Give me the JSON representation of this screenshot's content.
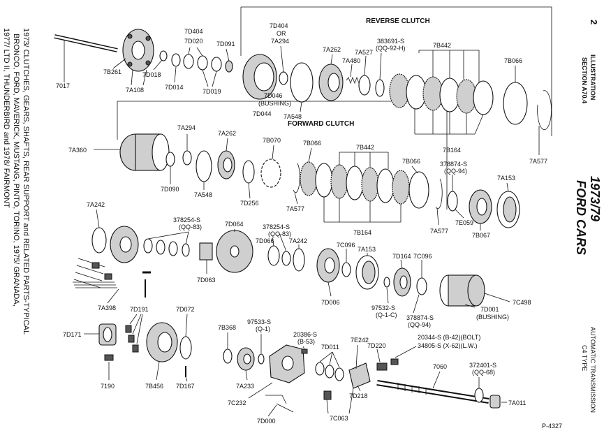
{
  "page_number": "2",
  "section": {
    "line1": "ILLUSTRATION",
    "line2": "SECTION A70.4"
  },
  "brand": {
    "years": "1973/79",
    "name": "FORD CARS"
  },
  "transmission": {
    "line1": "AUTOMATIC TRANSMISSION",
    "line2": "C4 TYPE"
  },
  "left_title": {
    "line1": "1973/  CLUTCHES, GEARS, SHAFTS, REAR SUPPORT and RELATED PARTS-TYPICAL",
    "line2": "BRONCO, FORD, MAVERICK, MUSTANG, PINTO, TORINO, 1975/  GRANADA,",
    "line3": "1977/  LTD II, THUNDERBIRD and 1978/ FAIRMONT"
  },
  "figure_id": "P-4327",
  "headings": {
    "reverse_clutch": "REVERSE CLUTCH",
    "forward_clutch": "FORWARD CLUTCH"
  },
  "callouts": {
    "r1": {
      "c7017": "7017",
      "c7b261": "7B261",
      "c7a108": "7A108",
      "c7d018": "7D018",
      "c7d014": "7D014",
      "c7d404": "7D404",
      "c7d020": "7D020",
      "c7d019": "7D019",
      "c7d091": "7D091",
      "c7d404b": "7D404",
      "or": "OR",
      "c7a294": "7A294",
      "c7d046": "7D046",
      "bushing": "(BUSHING)",
      "c7d044": "7D044",
      "c7a548": "7A548",
      "c7a262": "7A262",
      "c7a480": "7A480",
      "c7a527": "7A527",
      "c383691": "383691-S",
      "qq92h": "(QQ-92-H)",
      "c7b442": "7B442",
      "c7b066": "7B066",
      "c7b164": "7B164",
      "c7a577": "7A577"
    },
    "r2": {
      "c7a360": "7A360",
      "c7a294": "7A294",
      "c7d090": "7D090",
      "c7a548": "7A548",
      "c7a262": "7A262",
      "c7b070": "7B070",
      "c7d256": "7D256",
      "c7b066a": "7B066",
      "c7b442": "7B442",
      "c7b066b": "7B066",
      "c7a577a": "7A577",
      "c7b164": "7B164",
      "c7a577b": "7A577",
      "c378874": "378874-S",
      "qq94": "(QQ-94)",
      "c7e059": "7E059",
      "c7b067": "7B067",
      "c7a153": "7A153"
    },
    "r3": {
      "c7a242": "7A242",
      "c378254a": "378254-S",
      "qq83a": "(QQ-83)",
      "c7d064": "7D064",
      "c378254b": "378254-S",
      "qq83b": "(QQ-83)",
      "c7d066": "7D066",
      "c7a242b": "7A242",
      "c7d063": "7D063",
      "c7a398": "7A398",
      "c7c096a": "7C096",
      "c7a153": "7A153",
      "c7d164": "7D164",
      "c7c096b": "7C096",
      "c7d006": "7D006",
      "c97532": "97532-S",
      "q1c": "(Q-1-C)",
      "c378874": "378874-S",
      "qq94": "(QQ-94)",
      "c7d001": "7D001",
      "bushing": "(BUSHING)",
      "c7c498": "7C498"
    },
    "r4": {
      "c7d191": "7D191",
      "c7d072": "7D072",
      "c7d171": "7D171",
      "c7190": "7190",
      "c7b456": "7B456",
      "c7d167": "7D167",
      "c7b368": "7B368",
      "c97533": "97533-S",
      "q1": "(Q-1)",
      "c20386": "20386-S",
      "b53": "(B-53)",
      "c7d011": "7D011",
      "c7e242": "7E242",
      "c7d220": "7D220",
      "c20344": "20344-S (B-42)(BOLT)",
      "c34805": "34805-S (X-62)(L.W.)",
      "c7a233": "7A233",
      "c7c232": "7C232",
      "c7d000": "7D000",
      "c7d218": "7D218",
      "c7c063": "7C063",
      "c7060": "7060",
      "c372401": "372401-S",
      "qq68": "(QQ-68)",
      "c7a011": "7A011"
    }
  }
}
